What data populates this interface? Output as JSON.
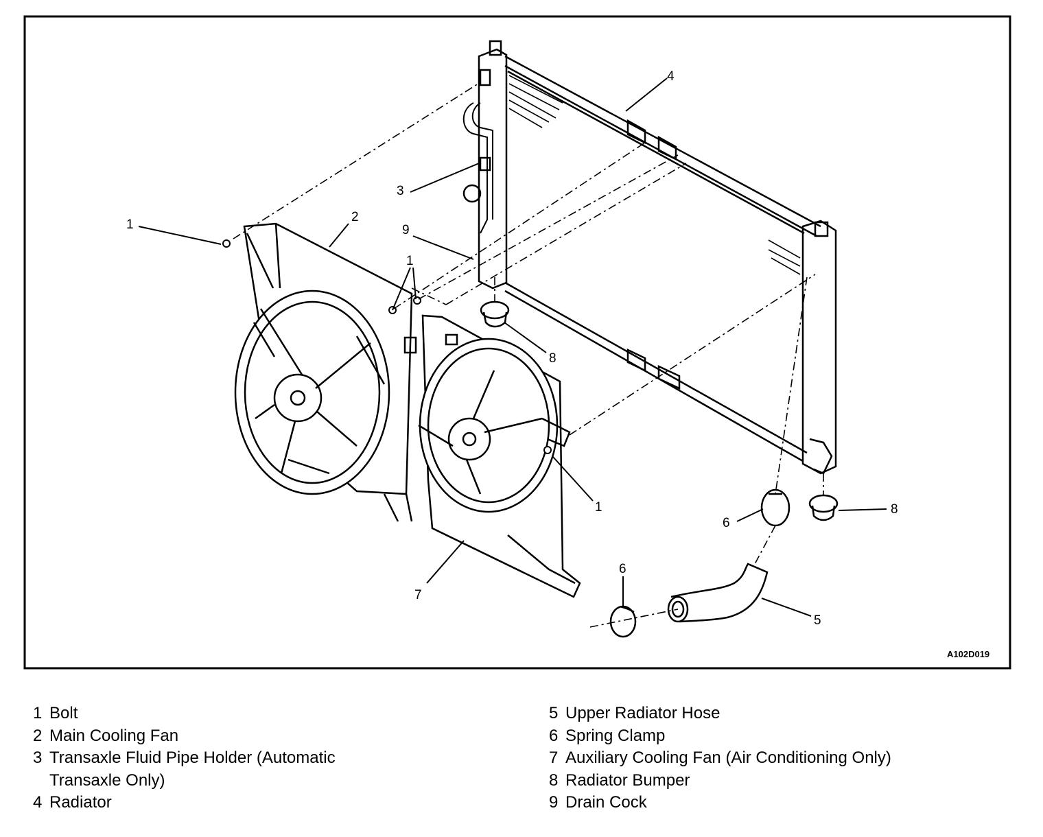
{
  "figure_id": "A102D019",
  "callouts": {
    "c1a": "1",
    "c2": "2",
    "c3": "3",
    "c4": "4",
    "c9": "9",
    "c1b": "1",
    "c8a": "8",
    "c1c": "1",
    "c6a": "6",
    "c8b": "8",
    "c6b": "6",
    "c5": "5",
    "c7": "7"
  },
  "legend_left": [
    {
      "num": "1",
      "text": "Bolt"
    },
    {
      "num": "2",
      "text": "Main Cooling Fan"
    },
    {
      "num": "3",
      "text": "Transaxle Fluid Pipe Holder (Automatic Transaxle Only)"
    },
    {
      "num": "4",
      "text": "Radiator"
    }
  ],
  "legend_right": [
    {
      "num": "5",
      "text": "Upper Radiator Hose"
    },
    {
      "num": "6",
      "text": "Spring Clamp"
    },
    {
      "num": "7",
      "text": "Auxiliary Cooling Fan (Air Conditioning Only)"
    },
    {
      "num": "8",
      "text": "Radiator Bumper"
    },
    {
      "num": "9",
      "text": "Drain Cock"
    }
  ]
}
